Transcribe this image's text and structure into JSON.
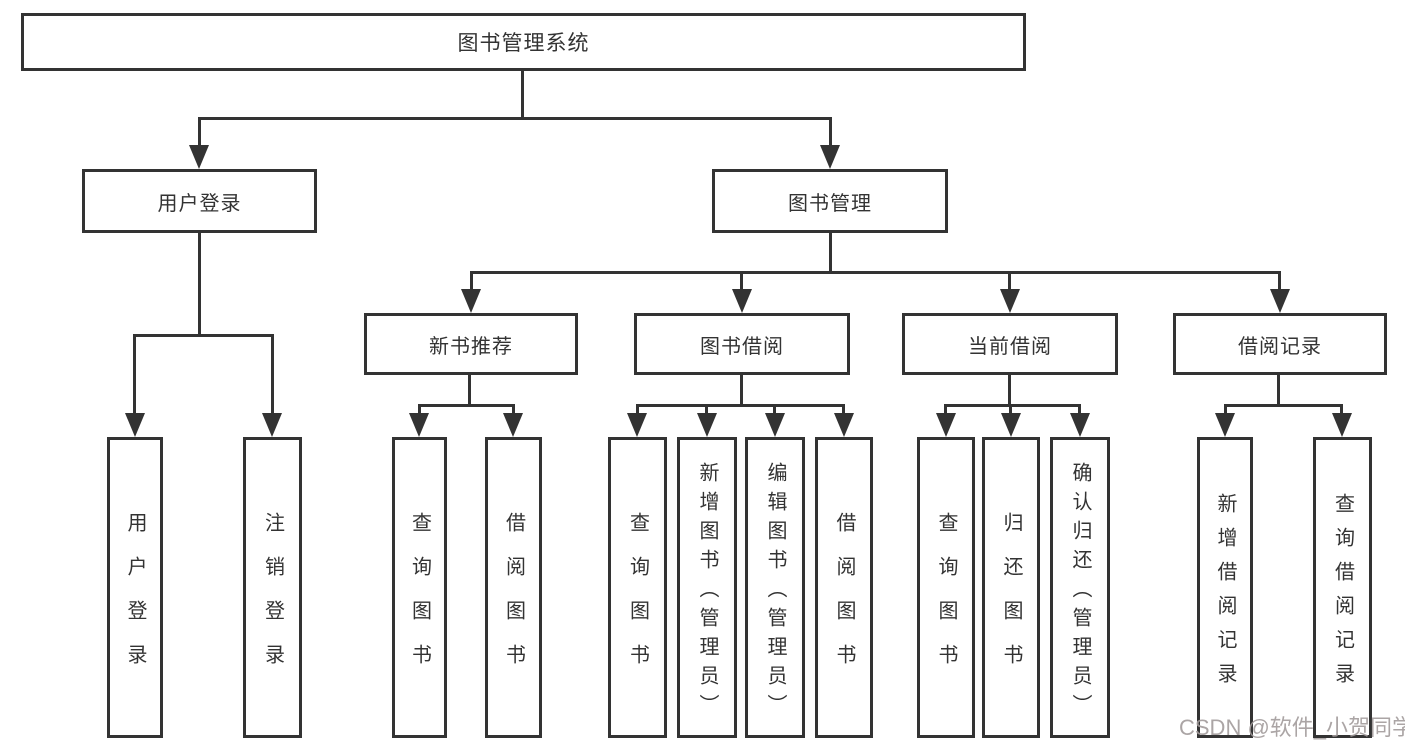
{
  "nodes": {
    "root": "图书管理系统",
    "l2": [
      "用户登录",
      "图书管理"
    ],
    "l3": [
      "新书推荐",
      "图书借阅",
      "当前借阅",
      "借阅记录"
    ],
    "leafA": [
      "用户登录",
      "注销登录"
    ],
    "leafB": [
      "查询图书",
      "借阅图书"
    ],
    "leafC": [
      "查询图书",
      "新增图书（管理员）",
      "编辑图书（管理员）",
      "借阅图书"
    ],
    "leafD": [
      "查询图书",
      "归还图书",
      "确认归还（管理员）"
    ],
    "leafE": [
      "新增借阅记录",
      "查询借阅记录"
    ]
  },
  "watermark": {
    "text": "CSDN @软件_小贺同学",
    "color": "#a39c9c"
  },
  "colors": {
    "line": "#333333",
    "text": "#333333",
    "background": "#ffffff"
  }
}
